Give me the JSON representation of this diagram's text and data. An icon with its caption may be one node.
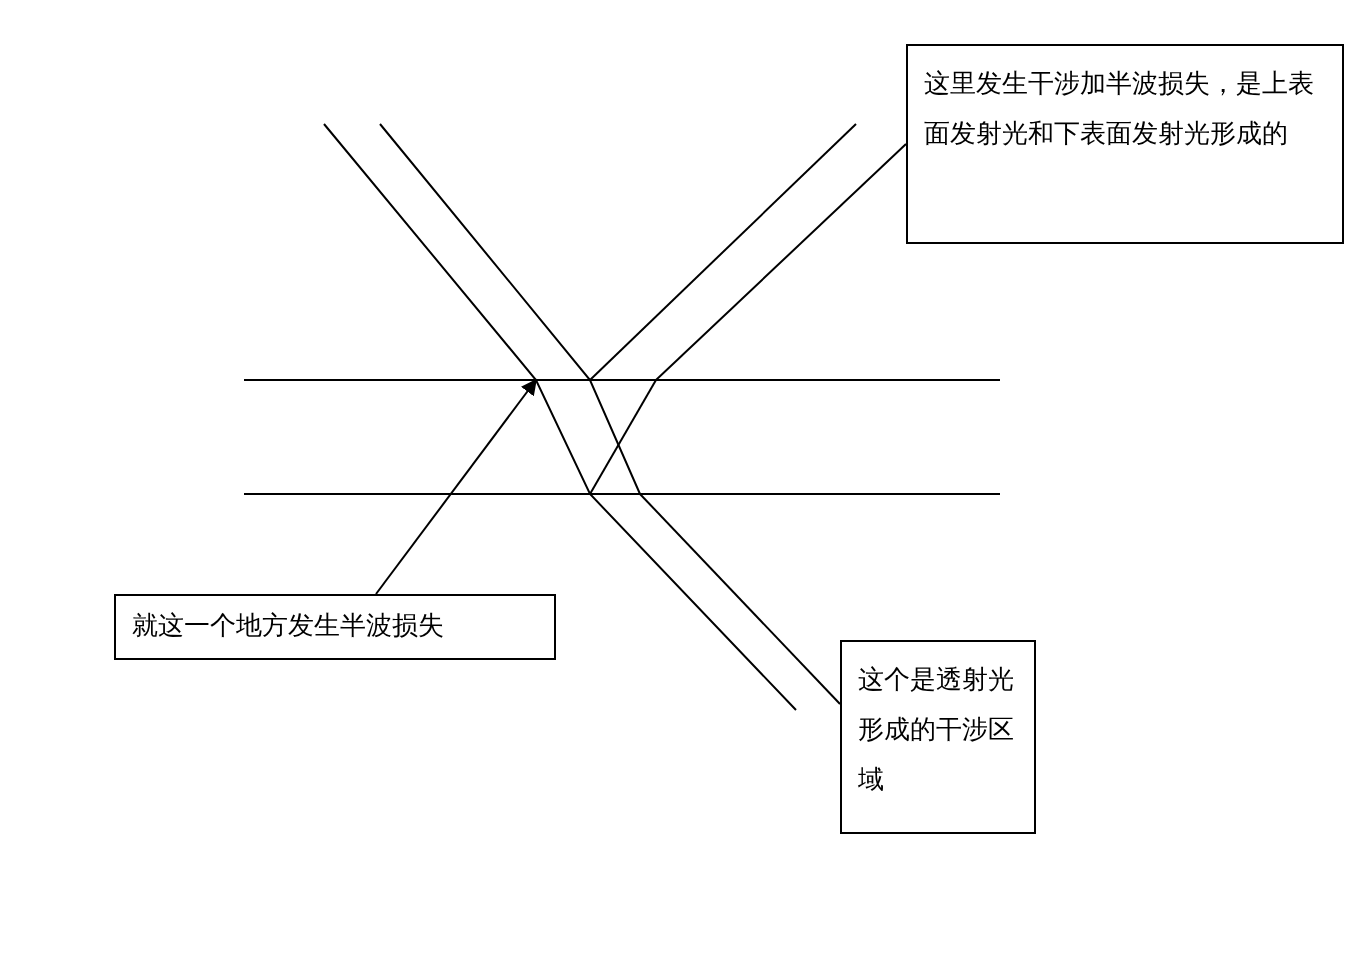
{
  "diagram": {
    "nodes": [
      {
        "text": [
          "这里发生干涉加半波损失，是上表面发射光和下表面发射光形成的"
        ]
      },
      {
        "text": [
          "就这一个地方发生半波损失"
        ]
      },
      {
        "text": [
          "这个是透射光形成的干涉区域"
        ]
      }
    ],
    "edges": [
      {
        "from": 0,
        "to": null,
        "arrow": "none"
      },
      {
        "from": 1,
        "to": null,
        "arrow": "to"
      },
      {
        "from": 2,
        "to": null,
        "arrow": "none"
      }
    ]
  }
}
